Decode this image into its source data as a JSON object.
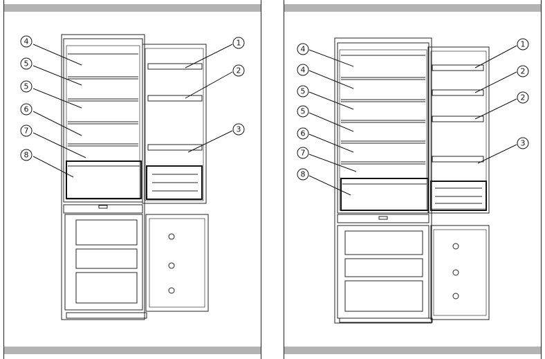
{
  "style": {
    "band_color": "#b3b3b3",
    "line_color": "#222222"
  },
  "diagrams": [
    {
      "name": "left",
      "callouts_left": [
        "4",
        "5",
        "5",
        "6",
        "7",
        "8"
      ],
      "callouts_right": [
        "1",
        "2",
        "3"
      ]
    },
    {
      "name": "right",
      "callouts_left": [
        "4",
        "4",
        "5",
        "5",
        "6",
        "7",
        "8"
      ],
      "callouts_right": [
        "1",
        "2",
        "2",
        "3"
      ]
    }
  ]
}
